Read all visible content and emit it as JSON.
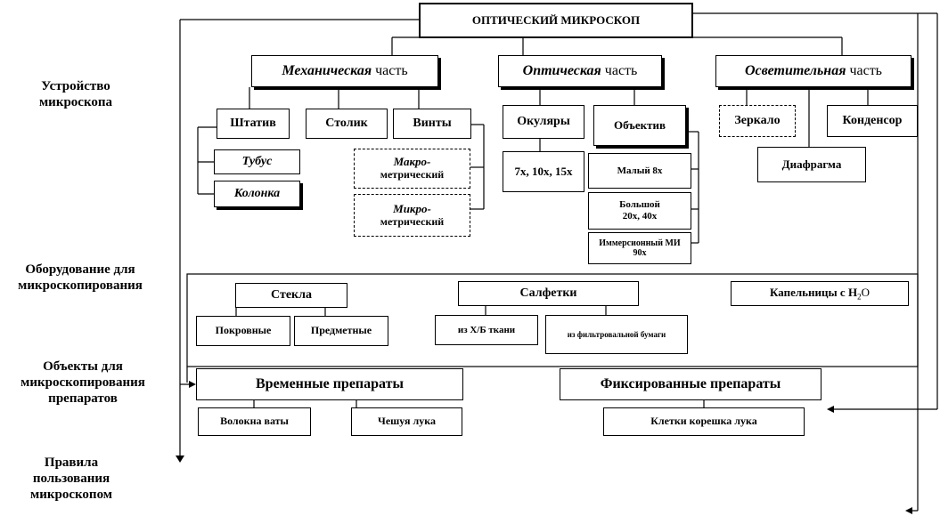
{
  "title": "ОПТИЧЕСКИЙ  МИКРОСКОП",
  "sections": {
    "device": "Устройство микроскопа",
    "equipment": "Оборудование для микроскопирования",
    "objects": "Объекты для микроскопирования препаратов",
    "rules": "Правила пользования микроскопом"
  },
  "parts": {
    "mechanical": {
      "main": "Механическая",
      "rest": " часть"
    },
    "optical": {
      "main": "Оптическая",
      "rest": " часть"
    },
    "lighting": {
      "main": "Осветительная",
      "rest": " часть"
    }
  },
  "mechanical": {
    "stand": "Штатив",
    "stage": "Столик",
    "screws": "Винты",
    "tube": "Тубус",
    "column": "Колонка",
    "macro": {
      "main": "Макро-",
      "rest": "метрический"
    },
    "micro": {
      "main": "Микро-",
      "rest": "метрический"
    }
  },
  "optical": {
    "eyepieces": "Окуляры",
    "eyepiece_mag": "7х,   10х, 15х",
    "objective": "Объектив",
    "small": "Малый 8х",
    "large": "Большой 20х, 40х",
    "immersion": "Иммерсионный МИ 90х"
  },
  "lighting": {
    "mirror": "Зеркало",
    "condenser": "Конденсор",
    "diaphragm": "Диафрагма"
  },
  "equipment": {
    "glass": "Стекла",
    "cover": "Покровные",
    "slide": "Предметные",
    "wipes": "Салфетки",
    "cotton": "из  Х/Б ткани",
    "filter": "из фильтровальной бумаги",
    "dropper": "Капельницы  с Н",
    "dropper_sub": "2",
    "dropper_end": "О"
  },
  "preparations": {
    "temporary": "Временные   препараты",
    "cotton_fibers": "Волокна ваты",
    "onion_scale": "Чешуя   лука",
    "fixed": "Фиксированные препараты",
    "root_cells": "Клетки корешка   лука"
  }
}
